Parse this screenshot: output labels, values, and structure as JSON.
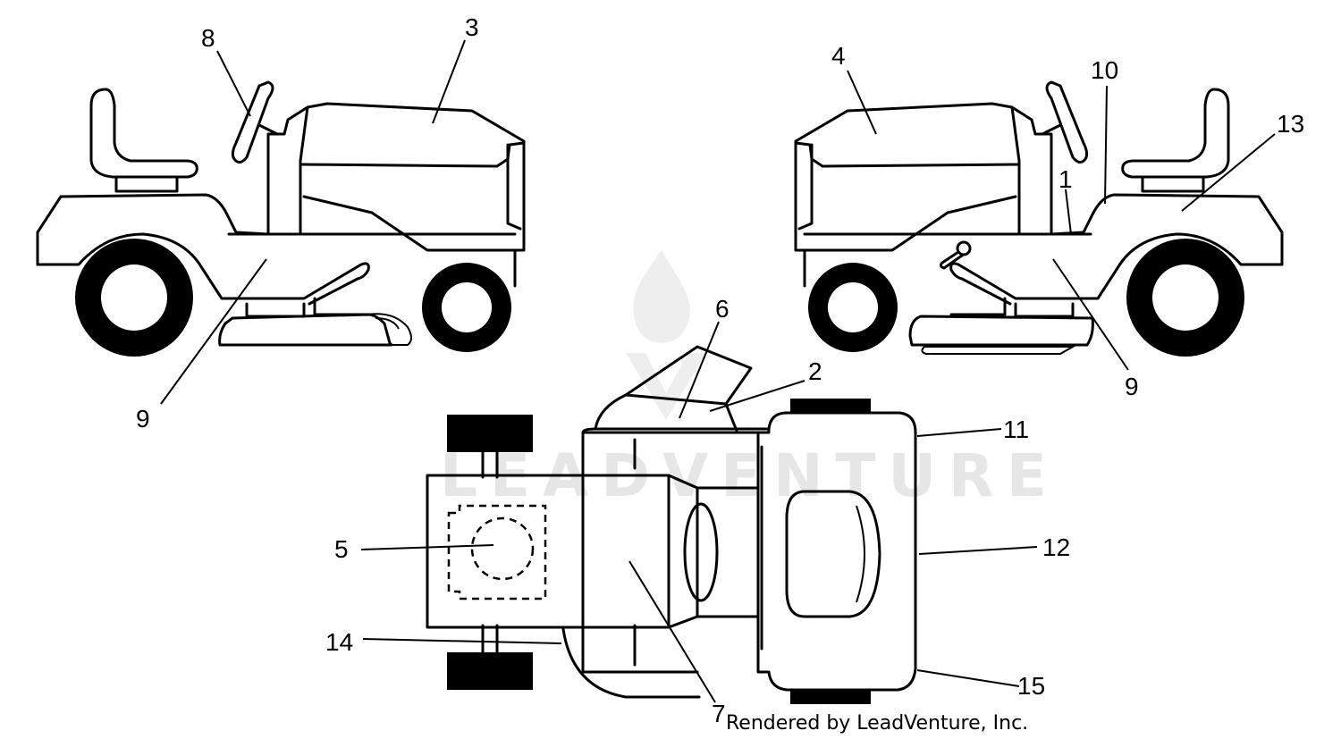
{
  "watermark": {
    "text": "LEADVENTURE",
    "color": "#e6e6e6"
  },
  "credit": "Rendered by LeadVenture, Inc.",
  "callouts": [
    {
      "id": "c8",
      "label": "8"
    },
    {
      "id": "c3",
      "label": "3"
    },
    {
      "id": "c9a",
      "label": "9"
    },
    {
      "id": "c4",
      "label": "4"
    },
    {
      "id": "c10",
      "label": "10"
    },
    {
      "id": "c13",
      "label": "13"
    },
    {
      "id": "c1",
      "label": "1"
    },
    {
      "id": "c9b",
      "label": "9"
    },
    {
      "id": "c6",
      "label": "6"
    },
    {
      "id": "c2",
      "label": "2"
    },
    {
      "id": "c11",
      "label": "11"
    },
    {
      "id": "c12",
      "label": "12"
    },
    {
      "id": "c5",
      "label": "5"
    },
    {
      "id": "c14",
      "label": "14"
    },
    {
      "id": "c15",
      "label": "15"
    },
    {
      "id": "c7",
      "label": "7"
    }
  ]
}
